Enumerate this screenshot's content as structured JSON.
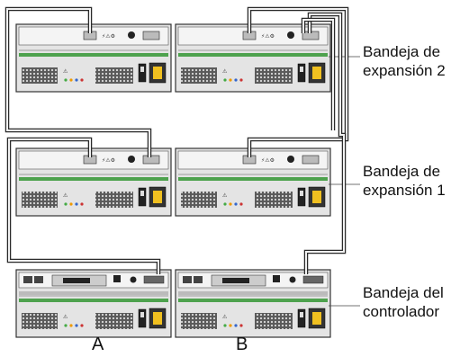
{
  "trays": [
    {
      "id": "expansion-2",
      "label_line1": "Bandeja de",
      "label_line2": "expansión 2"
    },
    {
      "id": "expansion-1",
      "label_line1": "Bandeja de",
      "label_line2": "expansión 1"
    },
    {
      "id": "controller",
      "label_line1": "Bandeja del",
      "label_line2": "controlador"
    }
  ],
  "columns": [
    "A",
    "B"
  ],
  "colors": {
    "chassis": "#e4e4e4",
    "chassis_dark": "#9a9a9a",
    "rail_green": "#4ea24e",
    "cable_outer": "#2a2a2a",
    "cable_inner": "#f2f2f2",
    "power_yellow": "#f0c020"
  }
}
